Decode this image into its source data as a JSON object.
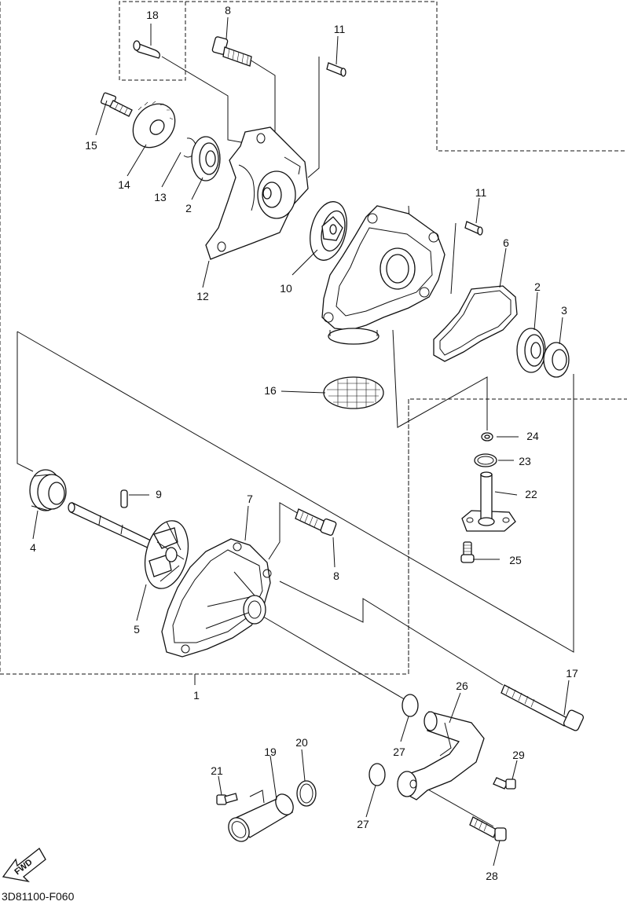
{
  "diagram_code": "3D81100-F060",
  "direction_badge": "FWD",
  "callouts": [
    "18",
    "8",
    "11",
    "15",
    "14",
    "13",
    "2",
    "12",
    "10",
    "11",
    "6",
    "2",
    "3",
    "16",
    "24",
    "23",
    "22",
    "25",
    "9",
    "7",
    "4",
    "5",
    "8",
    "1",
    "17",
    "26",
    "27",
    "19",
    "20",
    "21",
    "29",
    "27",
    "28"
  ]
}
